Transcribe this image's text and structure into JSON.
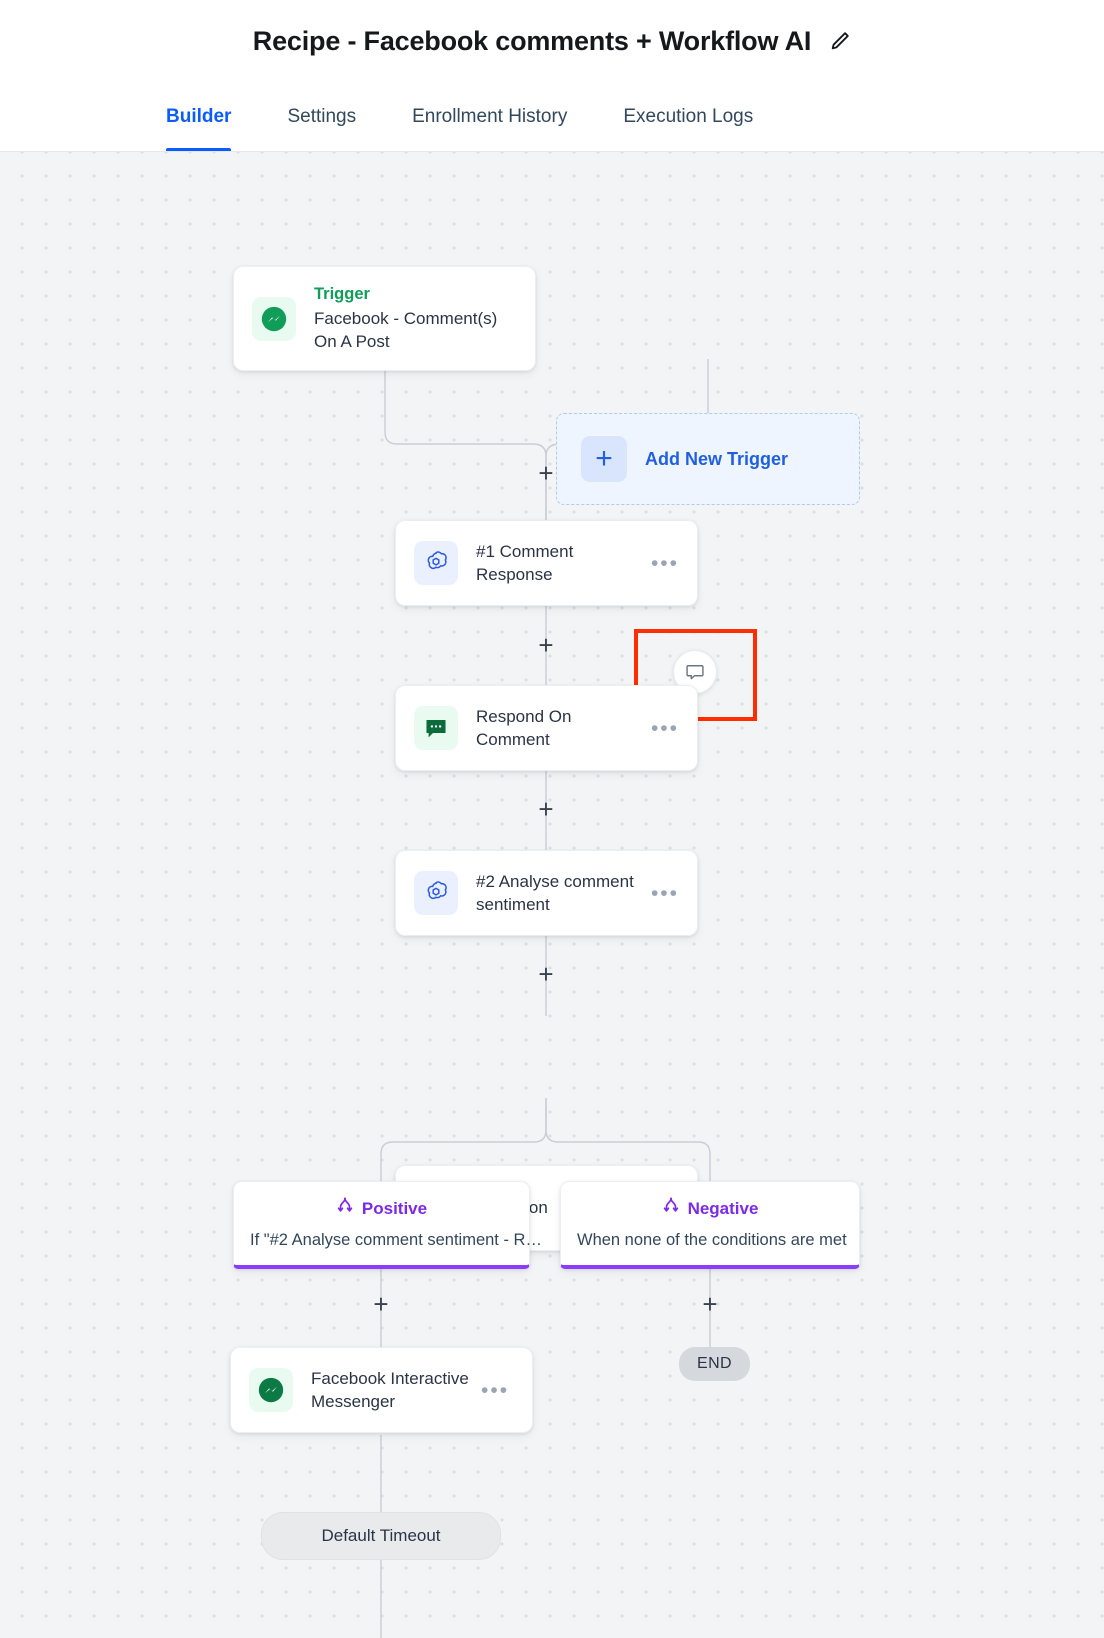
{
  "header": {
    "title": "Recipe - Facebook comments + Workflow AI",
    "edit_icon": "pencil-icon"
  },
  "tabs": [
    {
      "label": "Builder",
      "active": true
    },
    {
      "label": "Settings",
      "active": false
    },
    {
      "label": "Enrollment History",
      "active": false
    },
    {
      "label": "Execution Logs",
      "active": false
    }
  ],
  "canvas": {
    "trigger_node": {
      "kicker": "Trigger",
      "title": "Facebook - Comment(s) On A Post",
      "icon": "facebook-messenger-icon"
    },
    "add_trigger": {
      "label": "Add New Trigger",
      "plus": "+"
    },
    "nodes": [
      {
        "title": "#1 Comment Response",
        "icon": "openai-icon",
        "dots": "•••"
      },
      {
        "title": "Respond On Comment",
        "icon": "comment-bubble-icon",
        "dots": "•••"
      },
      {
        "title": "#2 Analyse comment sentiment",
        "icon": "openai-icon",
        "dots": "•••"
      },
      {
        "title": "Condition",
        "icon": "curly-braces-icon",
        "dots": "•••"
      },
      {
        "title": "Facebook Interactive Messenger",
        "icon": "facebook-messenger-icon",
        "dots": "•••"
      }
    ],
    "branches": [
      {
        "label": "Positive",
        "description": "If \"#2 Analyse comment sentiment - R…",
        "icon": "branch-fork-icon"
      },
      {
        "label": "Negative",
        "description": "When none of the conditions are met",
        "icon": "branch-fork-icon"
      }
    ],
    "end_badge": "END",
    "timeout_pill": "Default Timeout",
    "comment_badge_icon": "comment-icon",
    "plus_handle": "+"
  },
  "colors": {
    "accent_blue": "#0b5cff",
    "branch_purple": "#8b3dff",
    "trigger_green": "#0f9d58",
    "highlight_red": "#ff2d00"
  }
}
